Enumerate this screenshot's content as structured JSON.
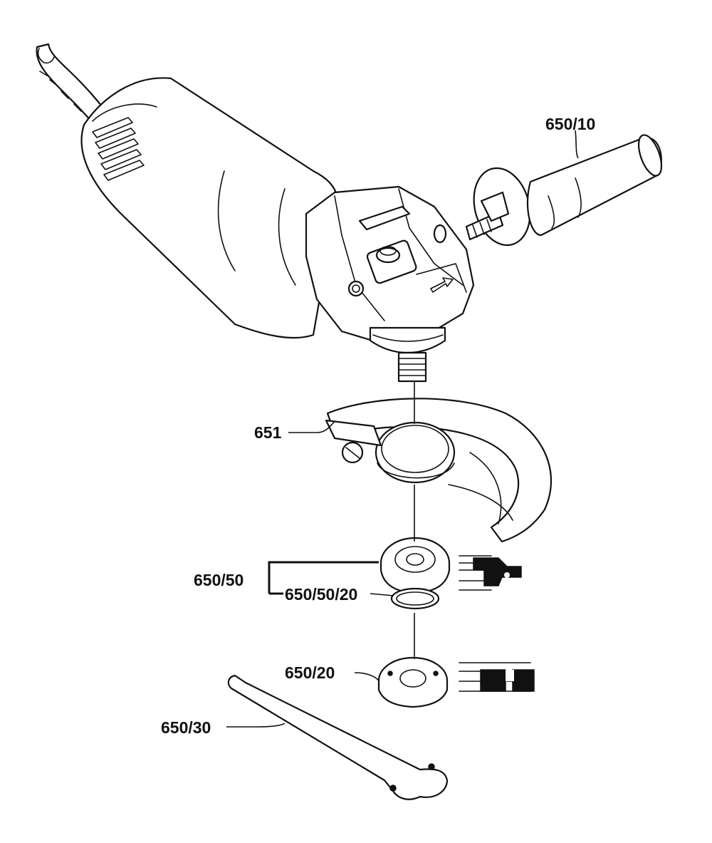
{
  "labels": {
    "side_handle": "650/10",
    "guard": "651",
    "flange_assembly": "650/50",
    "o_ring": "650/50/20",
    "locking_nut": "650/20",
    "spanner_wrench": "650/30"
  },
  "colors": {
    "line": "#111111",
    "background": "#ffffff"
  }
}
